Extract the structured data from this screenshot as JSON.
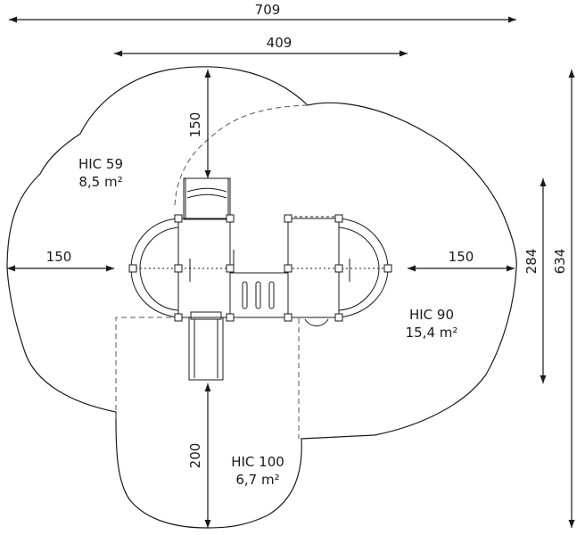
{
  "dimensions": {
    "overall_width": "709",
    "inner_width": "409",
    "top_clearance": "150",
    "left_clearance": "150",
    "right_clearance": "150",
    "bottom_clearance": "200",
    "equipment_depth": "284",
    "overall_depth": "634"
  },
  "zones": {
    "hic59": {
      "height": "HIC 59",
      "area": "8,5 m²"
    },
    "hic90": {
      "height": "HIC 90",
      "area": "15,4 m²"
    },
    "hic100": {
      "height": "HIC 100",
      "area": "6,7 m²"
    }
  },
  "colors": {
    "line": "#1a1a1a",
    "dashed": "#555555"
  }
}
